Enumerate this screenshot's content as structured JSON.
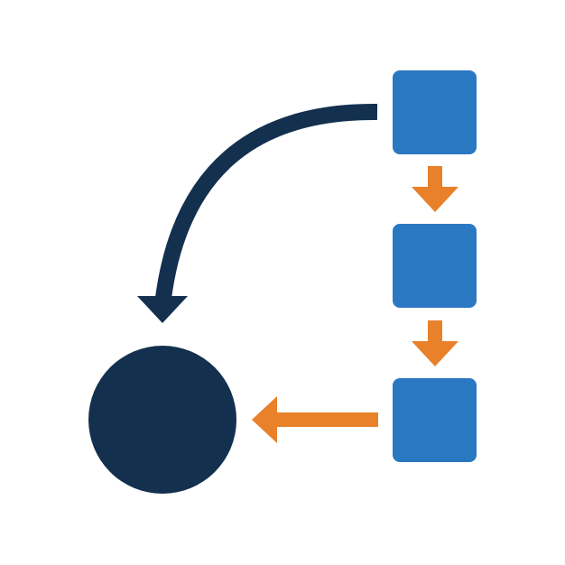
{
  "diagram": {
    "type": "workflow-icon",
    "colors": {
      "process_box": "#2B78C2",
      "flow_arrow": "#E8812A",
      "return_arrow": "#13304F",
      "terminal": "#13304F",
      "background": "#ffffff"
    },
    "nodes": [
      {
        "id": "step-1",
        "shape": "rounded-square"
      },
      {
        "id": "step-2",
        "shape": "rounded-square"
      },
      {
        "id": "step-3",
        "shape": "rounded-square"
      },
      {
        "id": "terminal",
        "shape": "circle"
      }
    ],
    "edges": [
      {
        "from": "step-1",
        "to": "step-2",
        "style": "straight-down",
        "color": "flow_arrow"
      },
      {
        "from": "step-2",
        "to": "step-3",
        "style": "straight-down",
        "color": "flow_arrow"
      },
      {
        "from": "step-3",
        "to": "terminal",
        "style": "straight-left",
        "color": "flow_arrow"
      },
      {
        "from": "step-1",
        "to": "terminal",
        "style": "curved",
        "color": "return_arrow"
      }
    ]
  }
}
